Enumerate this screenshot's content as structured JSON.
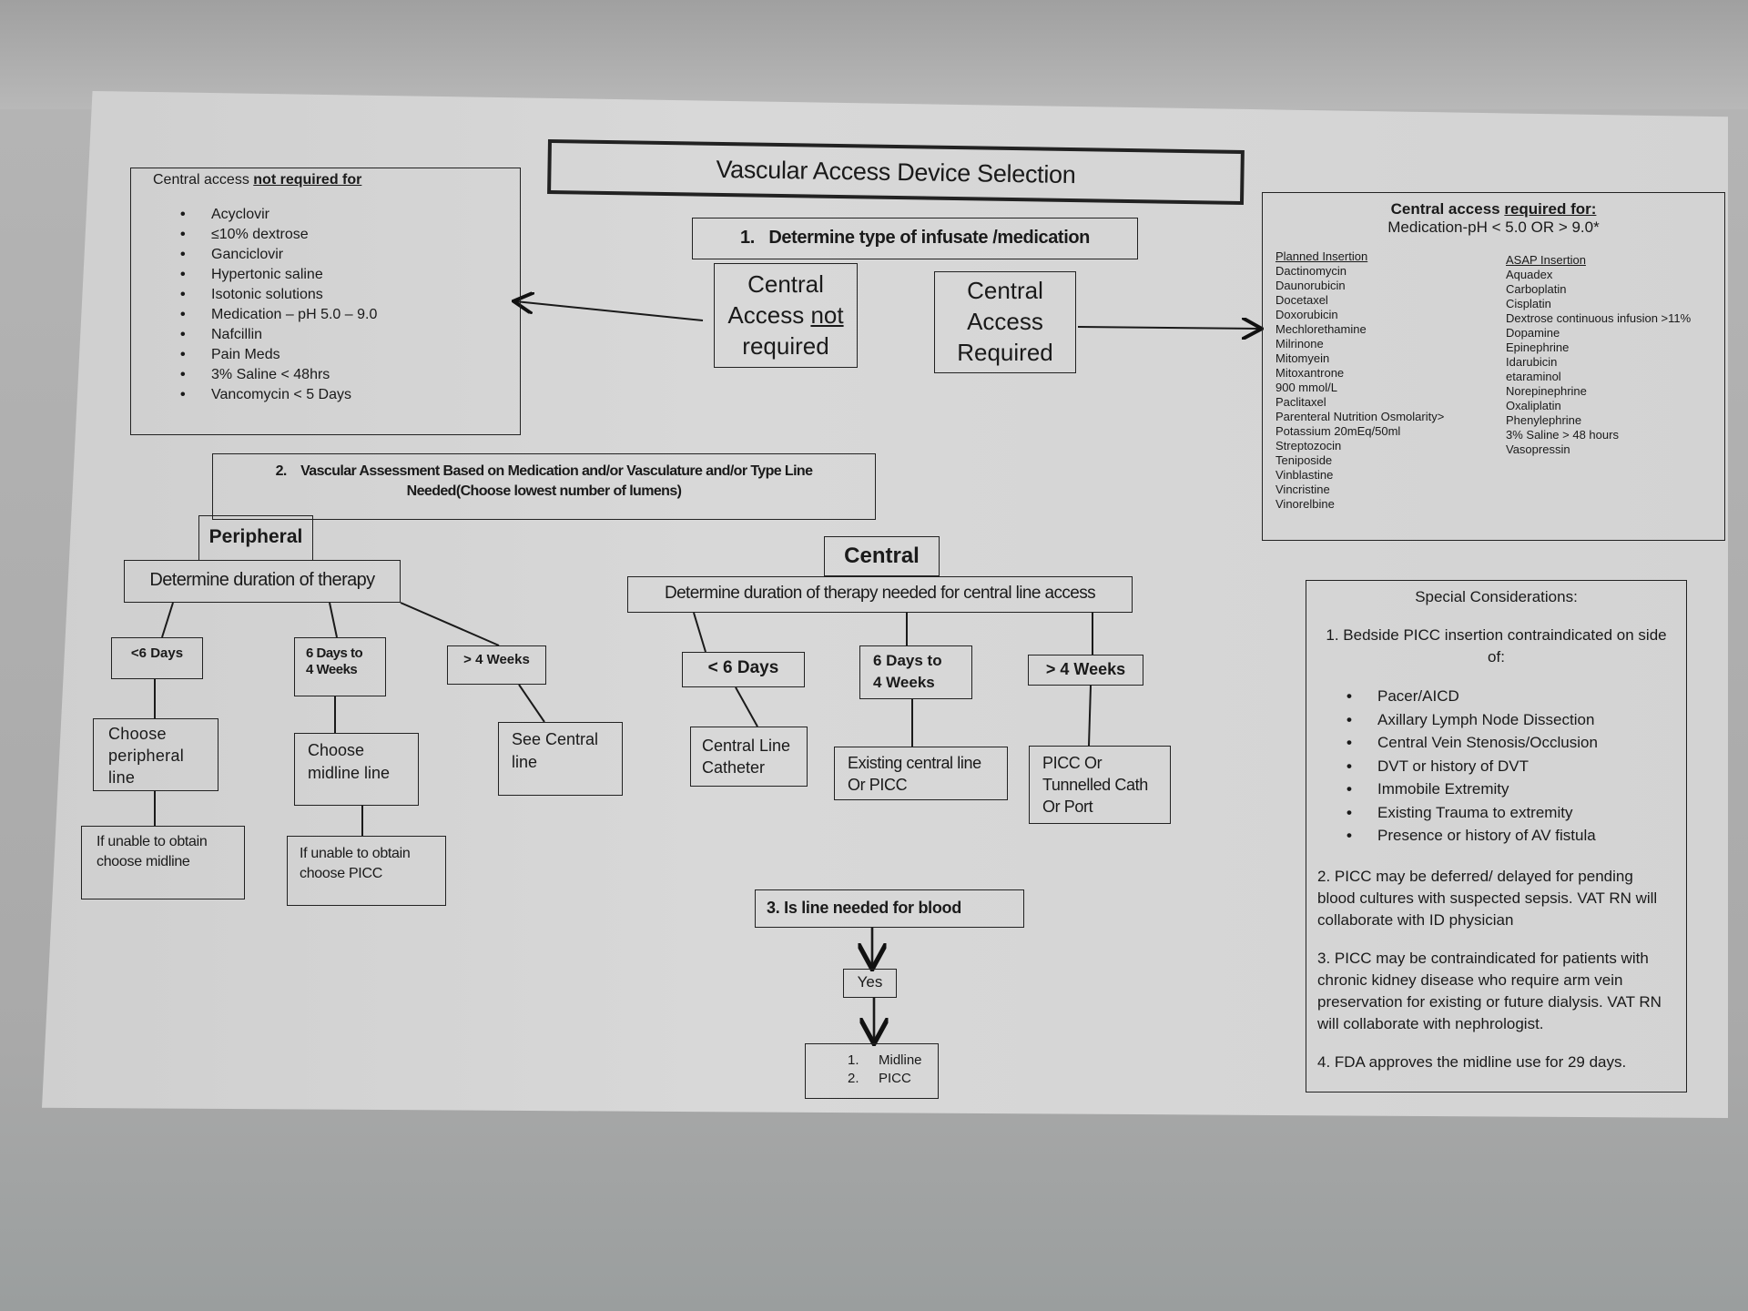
{
  "title": "Vascular Access Device Selection",
  "not_required_panel": {
    "heading_prefix": "Central access ",
    "heading_emph": "not required for",
    "items": [
      "Acyclovir",
      "≤10% dextrose",
      "Ganciclovir",
      "Hypertonic saline",
      "Isotonic solutions",
      "Medication – pH 5.0 – 9.0",
      "Nafcillin",
      "Pain Meds",
      "3% Saline < 48hrs",
      "Vancomycin < 5 Days"
    ]
  },
  "step1": {
    "label": "1.   Determine type of infusate /medication",
    "not_required": {
      "line1": "Central",
      "line2a": "Access ",
      "line2b": "not",
      "line3": "required"
    },
    "required": {
      "line1": "Central",
      "line2": "Access",
      "line3": "Required"
    }
  },
  "required_panel": {
    "heading_prefix": "Central access ",
    "heading_emph": "required for:",
    "subheading": "Medication-pH < 5.0 OR > 9.0*",
    "planned_heading": "Planned Insertion",
    "planned": [
      "Dactinomycin",
      "Daunorubicin",
      "Docetaxel",
      "Doxorubicin",
      "Mechlorethamine",
      "Milrinone",
      "Mitomyein",
      "Mitoxantrone",
      "900 mmol/L",
      "Paclitaxel",
      "Parenteral Nutrition Osmolarity>",
      "Potassium 20mEq/50ml",
      "Streptozocin",
      "Teniposide",
      "Vinblastine",
      "Vincristine",
      "Vinorelbine"
    ],
    "asap_heading": "ASAP Insertion",
    "asap": [
      "Aquadex",
      "Carboplatin",
      "Cisplatin",
      "Dextrose continuous infusion >11%",
      "Dopamine",
      "Epinephrine",
      "Idarubicin",
      "etaraminol",
      "Norepinephrine",
      "Oxaliplatin",
      "Phenylephrine",
      "3% Saline > 48 hours",
      "Vasopressin"
    ]
  },
  "step2": {
    "line1": "2.    Vascular Assessment Based on Medication and/or Vasculature and/or Type Line",
    "line2": "Needed(Choose lowest number of lumens)"
  },
  "peripheral": {
    "label": "Peripheral",
    "duration": "Determine duration of therapy",
    "less6": "<6 Days",
    "six_to_four": {
      "line1": "6 Days to",
      "line2": "4 Weeks"
    },
    "gt4": "> 4 Weeks",
    "choose_peripheral": {
      "line1": "Choose",
      "line2": "peripheral",
      "line3": "line"
    },
    "choose_midline": {
      "line1": "Choose",
      "line2": "midline line"
    },
    "see_central": {
      "line1": "See Central",
      "line2": "line"
    },
    "unable_midline": {
      "line1": "If unable to obtain",
      "line2": "choose midline"
    },
    "unable_picc": {
      "line1": "If unable to obtain",
      "line2": "choose PICC"
    }
  },
  "central": {
    "label": "Central",
    "duration": "Determine duration of therapy needed for central line access",
    "less6": "< 6 Days",
    "six_to_four": {
      "line1": "6 Days to",
      "line2": "4 Weeks"
    },
    "gt4": "> 4 Weeks",
    "central_line_catheter": {
      "line1": "Central Line",
      "line2": "Catheter"
    },
    "existing": {
      "line1": "Existing central line",
      "line2": "Or PICC"
    },
    "picc_tunnelled": {
      "line1": "PICC Or",
      "line2": "Tunnelled Cath",
      "line3": "Or Port"
    }
  },
  "step3": {
    "label": "3. Is line needed for blood",
    "yes": "Yes",
    "options": [
      {
        "num": "1.",
        "text": "Midline"
      },
      {
        "num": "2.",
        "text": "PICC"
      }
    ]
  },
  "special": {
    "heading": "Special Considerations:",
    "item1": "1. Bedside PICC insertion contraindicated on side of:",
    "item1_bullets": [
      "Pacer/AICD",
      "Axillary Lymph Node Dissection",
      "Central Vein Stenosis/Occlusion",
      "DVT or history of DVT",
      "Immobile Extremity",
      "Existing Trauma to extremity",
      "Presence or history of AV fistula"
    ],
    "item2": "2. PICC may be deferred/ delayed for pending blood cultures with suspected sepsis. VAT RN will collaborate with ID physician",
    "item3": "3. PICC may be contraindicated for patients with chronic kidney disease who require arm vein preservation for existing or future dialysis. VAT RN will collaborate with nephrologist.",
    "item4": "4. FDA approves the midline use for 29 days."
  }
}
